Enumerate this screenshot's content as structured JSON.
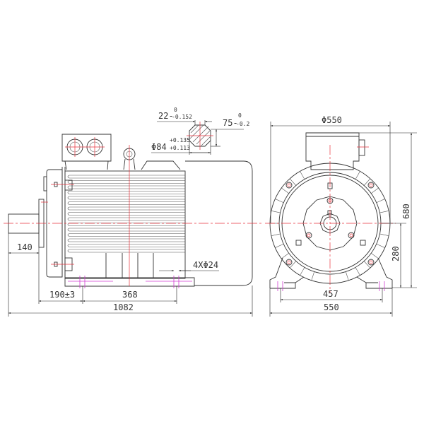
{
  "drawing": {
    "title": "Motor outline dimension drawing",
    "side_view": {
      "shaft_length": "140",
      "foot_to_shoulder": "190±3",
      "foot_hole_spacing": "368",
      "overall_length": "1082",
      "foot_holes": "4XΦ24"
    },
    "shaft_section": {
      "key_width": "22-",
      "key_width_tol_upper": "0",
      "key_width_tol_lower": "-0.152",
      "key_height": "75-",
      "key_height_tol_upper": "0",
      "key_height_tol_lower": "-0.2",
      "shaft_dia": "Φ84",
      "shaft_dia_tol_upper": "+0.135",
      "shaft_dia_tol_lower": "+0.113"
    },
    "front_view": {
      "frame_dia": "Φ550",
      "overall_height": "680",
      "shaft_height": "280",
      "foot_hole_spacing": "457",
      "overall_width": "550"
    }
  },
  "colors": {
    "outline": "#333333",
    "centerline": "#e8323c",
    "hidden": "#d23cd2"
  }
}
